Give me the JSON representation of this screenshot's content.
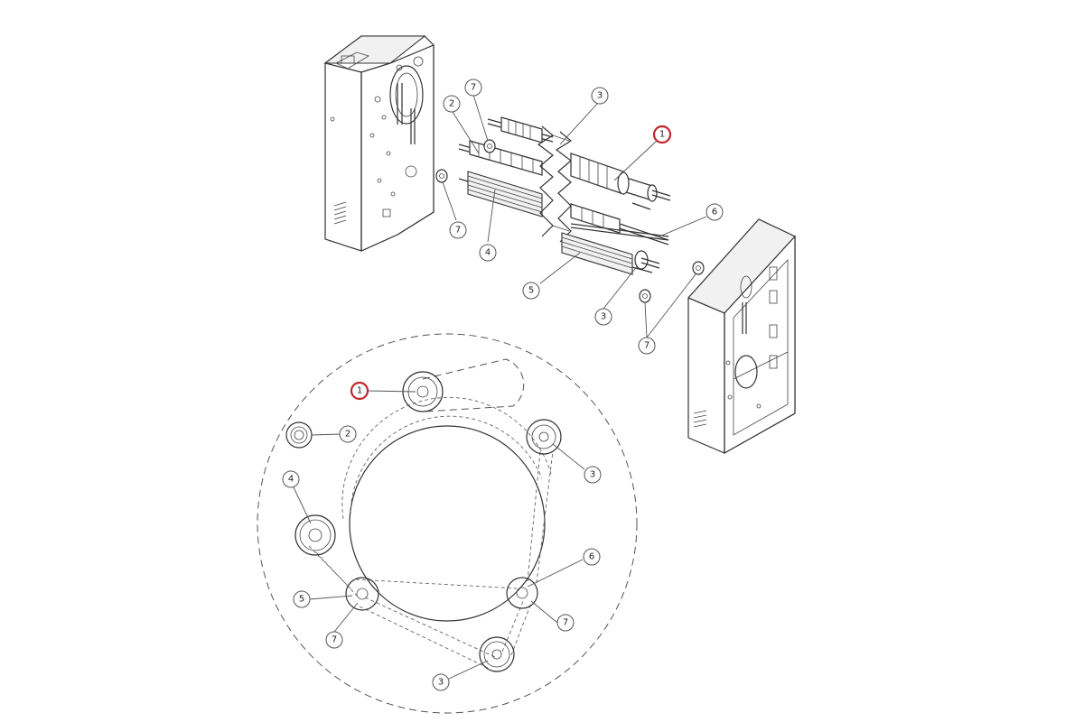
{
  "callouts": {
    "top": [
      {
        "id": "t7a",
        "label": "7"
      },
      {
        "id": "t2",
        "label": "2"
      },
      {
        "id": "t3a",
        "label": "3"
      },
      {
        "id": "t1",
        "label": "1",
        "highlight": true
      },
      {
        "id": "t6",
        "label": "6"
      },
      {
        "id": "t7b",
        "label": "7"
      },
      {
        "id": "t4",
        "label": "4"
      },
      {
        "id": "t5",
        "label": "5"
      },
      {
        "id": "t3b",
        "label": "3"
      },
      {
        "id": "t7c",
        "label": "7"
      }
    ],
    "bottom": [
      {
        "id": "b1",
        "label": "1",
        "highlight": true
      },
      {
        "id": "b2",
        "label": "2"
      },
      {
        "id": "b3a",
        "label": "3"
      },
      {
        "id": "b4",
        "label": "4"
      },
      {
        "id": "b6",
        "label": "6"
      },
      {
        "id": "b5",
        "label": "5"
      },
      {
        "id": "b7a",
        "label": "7"
      },
      {
        "id": "b7b",
        "label": "7"
      },
      {
        "id": "b3b",
        "label": "3"
      }
    ]
  },
  "colors": {
    "highlight": "#c0262d",
    "line": "#333333"
  }
}
